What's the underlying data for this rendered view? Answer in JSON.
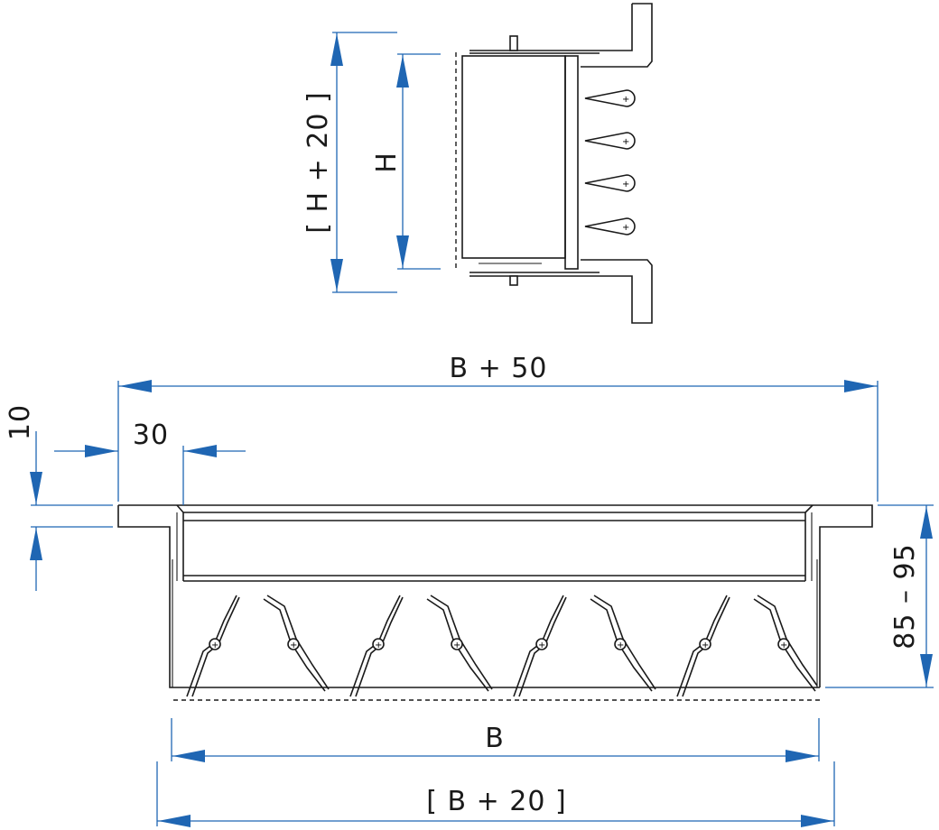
{
  "dimensions": {
    "h_plus_20": "[ H + 20 ]",
    "h": "H",
    "b_plus_50": "B + 50",
    "flange_30": "30",
    "flange_10": "10",
    "depth": "85 – 95",
    "b": "B",
    "b_plus_20": "[ B + 20 ]"
  },
  "colors": {
    "dimension_line": "#1f66b3",
    "outline": "#1a1a1a"
  }
}
